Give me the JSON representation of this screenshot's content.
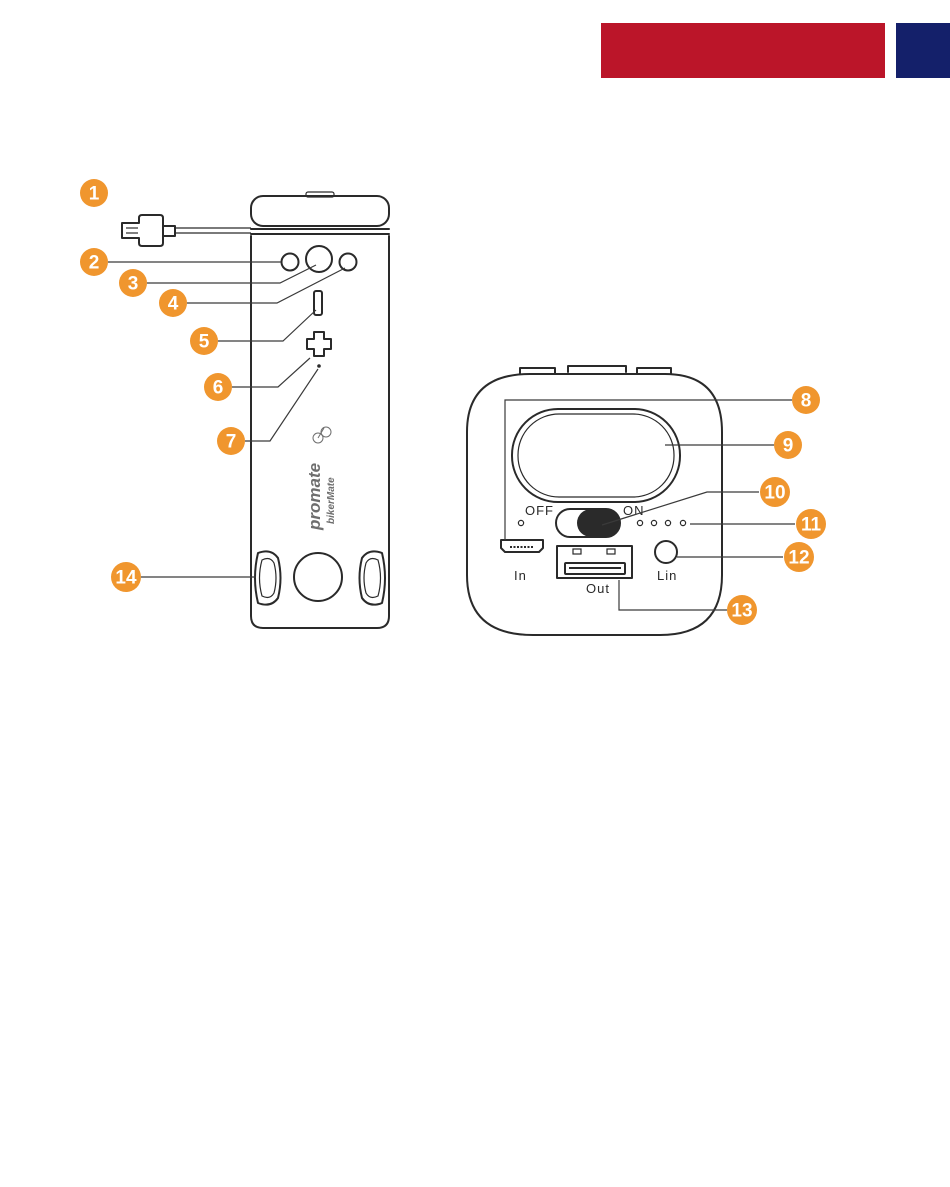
{
  "header": {
    "red_bar_color": "#BB1529",
    "blue_bar_color": "#14206A"
  },
  "colors": {
    "callout": "#F0962E",
    "outline": "#2A2A2A"
  },
  "front_unit": {
    "brand": "promate",
    "model": "bikerMate",
    "logo_icon": "bicycle-icon"
  },
  "power_unit": {
    "labels": {
      "off": "OFF",
      "on": "ON",
      "in": "In",
      "out": "Out",
      "lin": "Lin"
    }
  },
  "callouts": [
    "1",
    "2",
    "3",
    "4",
    "5",
    "6",
    "7",
    "8",
    "9",
    "10",
    "11",
    "12",
    "13",
    "14"
  ]
}
